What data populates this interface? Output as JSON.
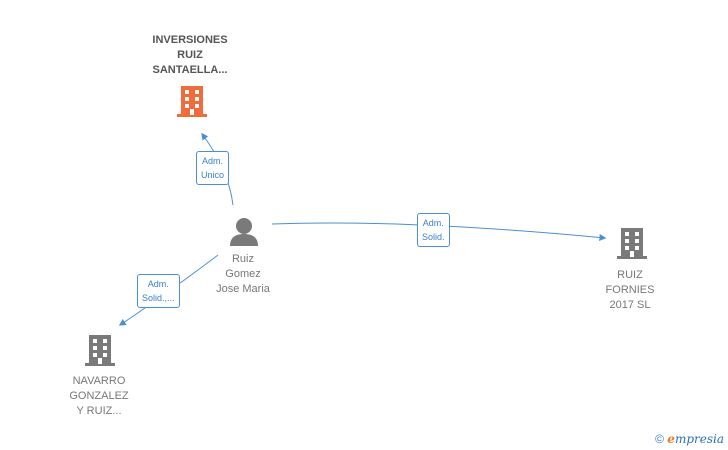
{
  "nodes": {
    "inversiones": {
      "label": "INVERSIONES\nRUIZ\nSANTAELLA...",
      "icon": "building-icon",
      "color": "#f26b3a"
    },
    "person": {
      "label": "Ruiz\nGomez\nJose Maria",
      "icon": "person-icon",
      "color": "#7a7a7a"
    },
    "ruiz_fornies": {
      "label": "RUIZ\nFORNIES\n2017  SL",
      "icon": "building-icon",
      "color": "#7a7a7a"
    },
    "navarro": {
      "label": "NAVARRO\nGONZALEZ\nY RUIZ...",
      "icon": "building-icon",
      "color": "#7a7a7a"
    }
  },
  "edges": {
    "to_inversiones": "Adm.\nUnico",
    "to_ruiz_fornies": "Adm.\nSolid.",
    "to_navarro": "Adm.\nSolid.,..."
  },
  "colors": {
    "edge": "#4a8fd6",
    "building_gray": "#7a7a7a",
    "building_orange": "#f26b3a"
  },
  "footer": {
    "copyright": "©",
    "brand_first": "e",
    "brand_rest": "mpresia"
  }
}
